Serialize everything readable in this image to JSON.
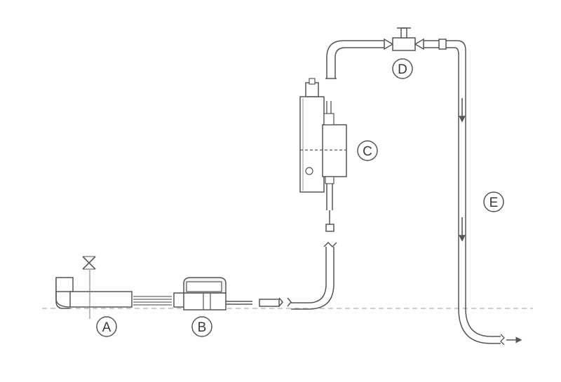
{
  "diagram": {
    "callouts": [
      {
        "id": "A",
        "label": "A"
      },
      {
        "id": "B",
        "label": "B"
      },
      {
        "id": "C",
        "label": "C"
      },
      {
        "id": "D",
        "label": "D"
      },
      {
        "id": "E",
        "label": "E"
      }
    ],
    "colors": {
      "line": "#555555",
      "guide": "#9a9a9a",
      "fill": "#ffffff",
      "shade": "#e8e8e8"
    }
  }
}
